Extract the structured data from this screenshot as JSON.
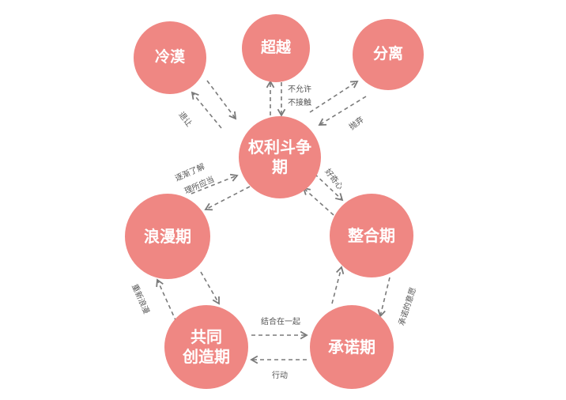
{
  "colors": {
    "node_fill": "#ef8783",
    "node_text": "#ffffff",
    "arrow": "#7a7a7a",
    "label_text": "#555555"
  },
  "nodes": {
    "lengmo": "冷漠",
    "chaoyue": "超越",
    "fenli": "分离",
    "quanli_line1": "权利斗争",
    "quanli_line2": "期",
    "langman": "浪漫期",
    "zhenghe": "整合期",
    "gongtong_line1": "共同",
    "gongtong_line2": "创造期",
    "chengnuo": "承诺期"
  },
  "labels": {
    "lengmo_to_quanli": "退让",
    "quanli_to_chaoyue_1": "不允许",
    "quanli_to_chaoyue_2": "不接触",
    "fenli_to_quanli": "抛弃",
    "langman_to_quanli_1": "逐渐了解",
    "langman_to_quanli_2": "理所应当",
    "quanli_to_zhenghe": "好奇心",
    "zhenghe_to_chengnuo": "承诺的意愿",
    "gongtong_to_langman": "重新浪漫",
    "gongtong_to_chengnuo": "结合在一起",
    "chengnuo_to_gongtong": "行动"
  }
}
